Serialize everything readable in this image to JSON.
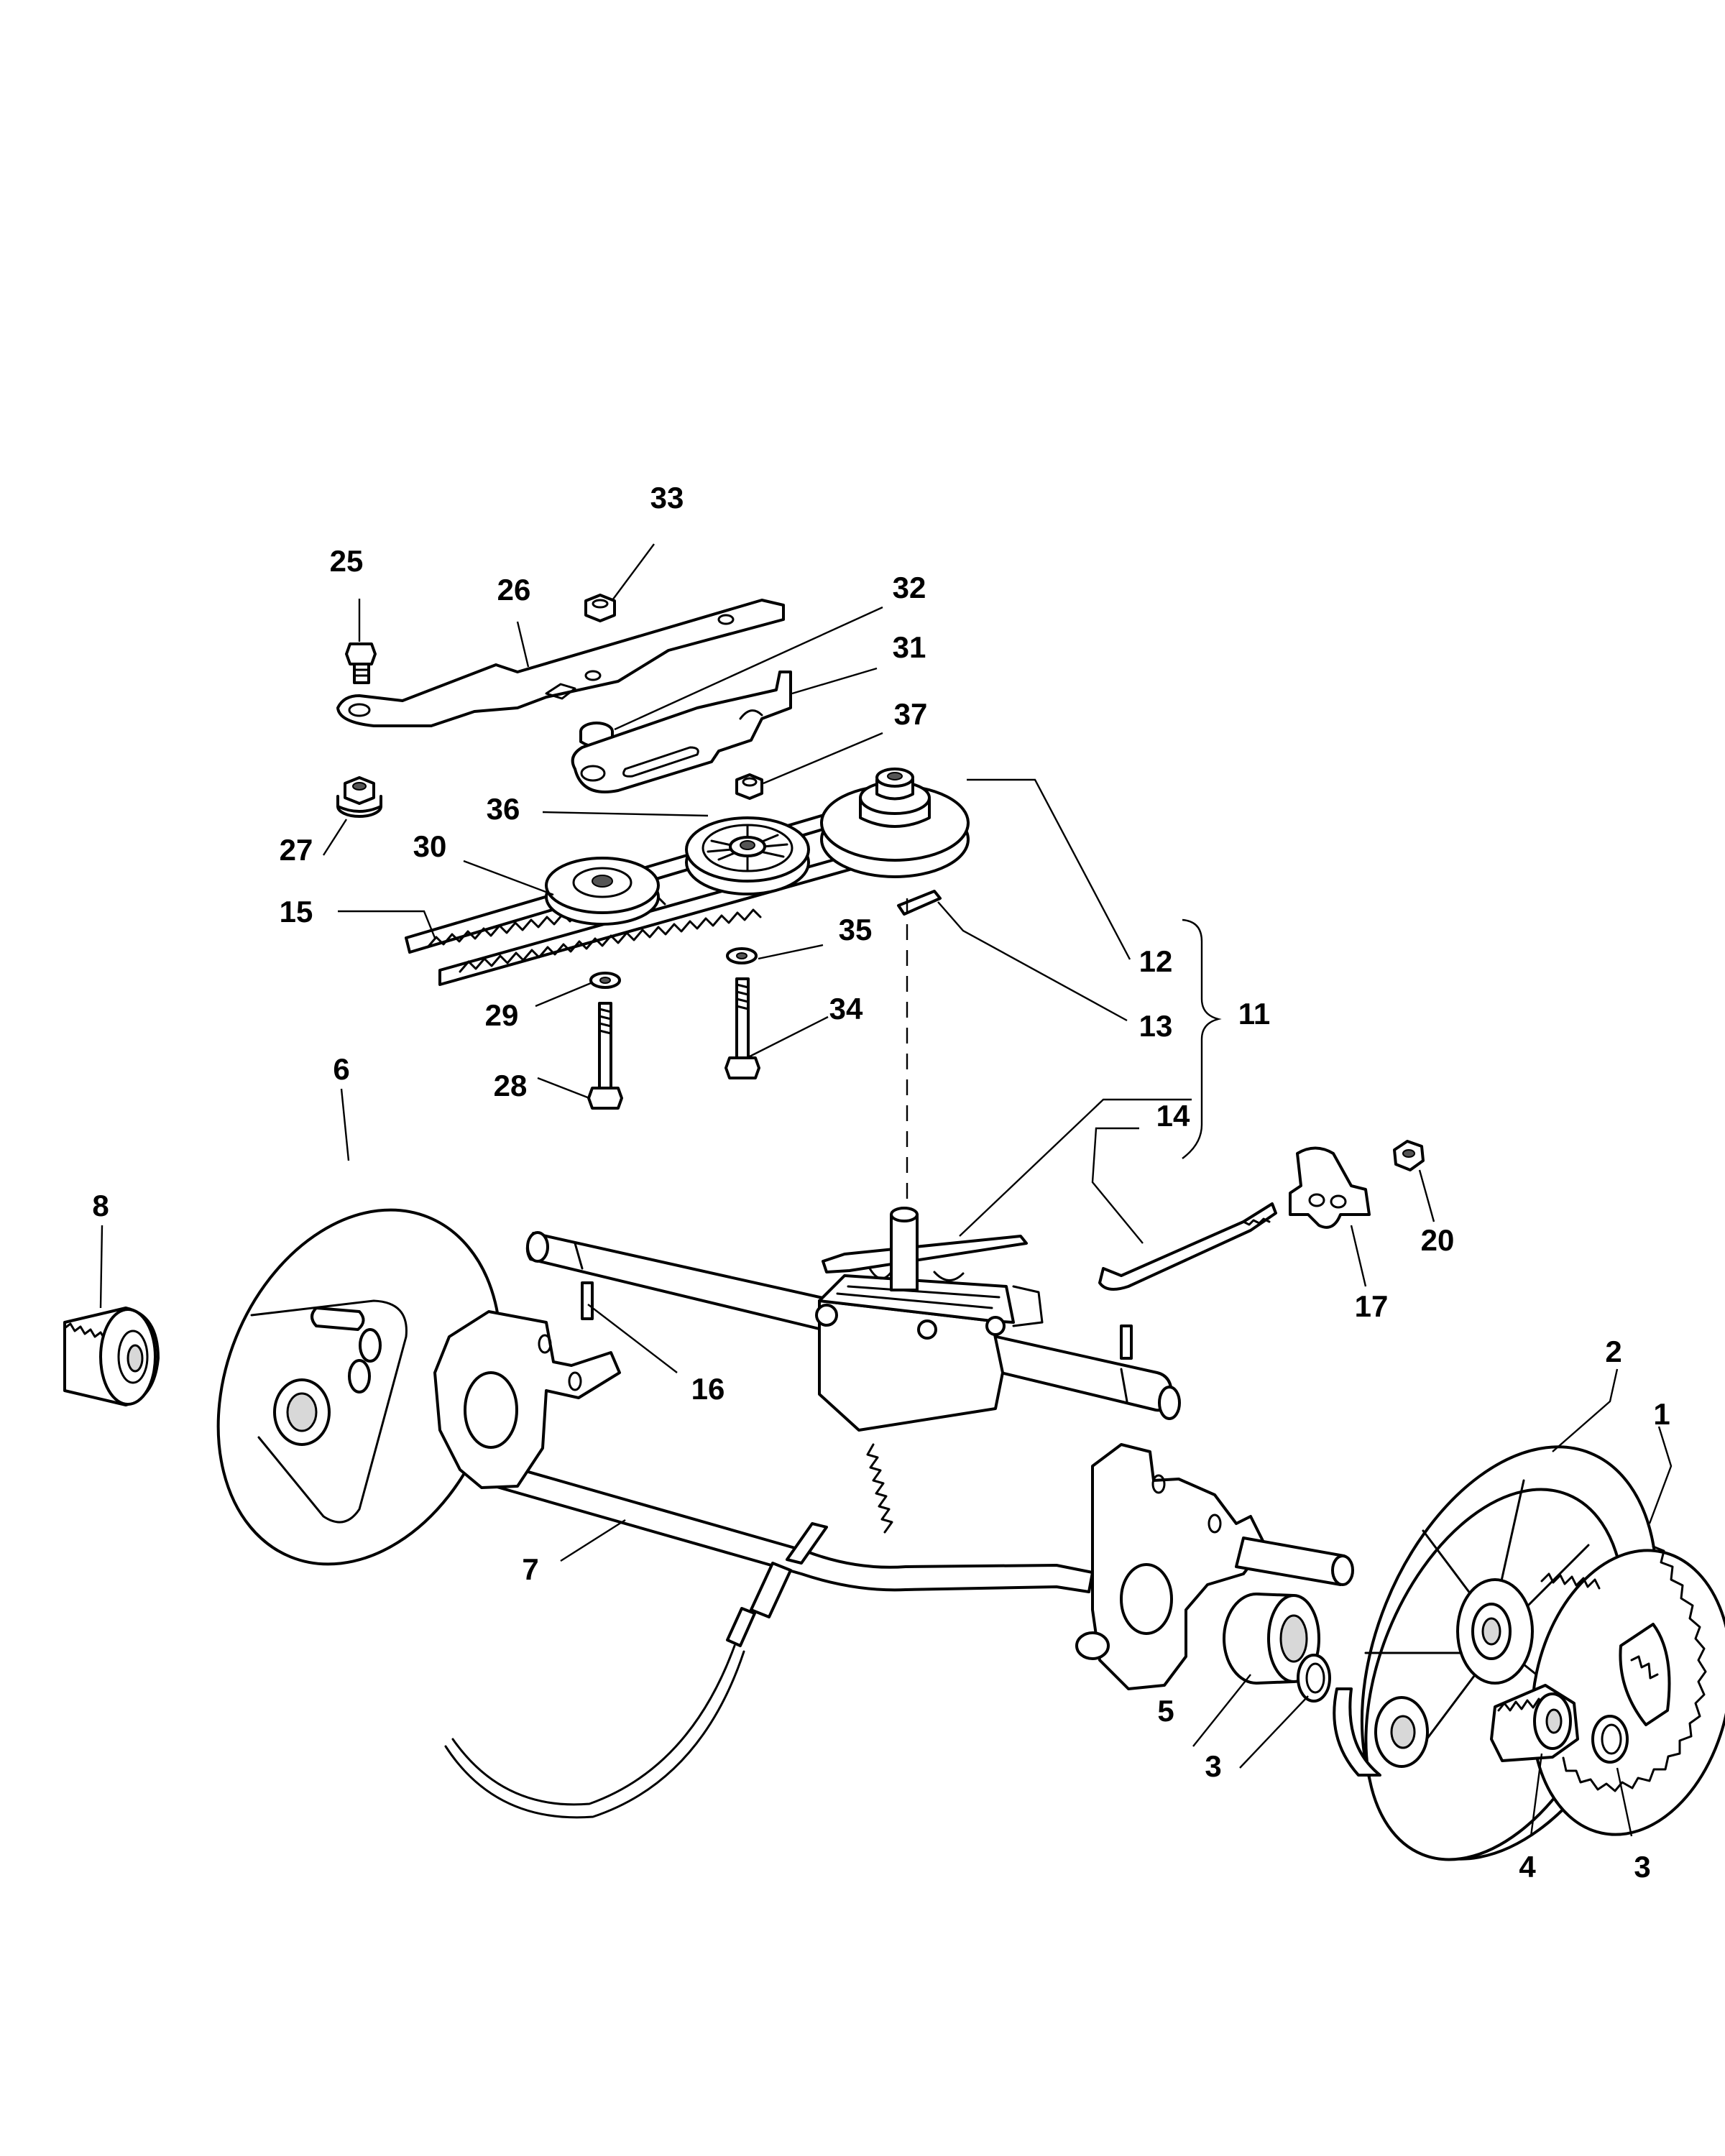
{
  "diagram": {
    "callouts": [
      {
        "id": "1",
        "label": "1"
      },
      {
        "id": "2",
        "label": "2"
      },
      {
        "id": "3a",
        "label": "3"
      },
      {
        "id": "3b",
        "label": "3"
      },
      {
        "id": "4",
        "label": "4"
      },
      {
        "id": "5",
        "label": "5"
      },
      {
        "id": "6",
        "label": "6"
      },
      {
        "id": "7",
        "label": "7"
      },
      {
        "id": "8",
        "label": "8"
      },
      {
        "id": "11",
        "label": "11"
      },
      {
        "id": "12",
        "label": "12"
      },
      {
        "id": "13",
        "label": "13"
      },
      {
        "id": "14",
        "label": "14"
      },
      {
        "id": "15",
        "label": "15"
      },
      {
        "id": "16",
        "label": "16"
      },
      {
        "id": "17",
        "label": "17"
      },
      {
        "id": "20",
        "label": "20"
      },
      {
        "id": "25",
        "label": "25"
      },
      {
        "id": "26",
        "label": "26"
      },
      {
        "id": "27",
        "label": "27"
      },
      {
        "id": "28",
        "label": "28"
      },
      {
        "id": "29",
        "label": "29"
      },
      {
        "id": "30",
        "label": "30"
      },
      {
        "id": "31",
        "label": "31"
      },
      {
        "id": "32",
        "label": "32"
      },
      {
        "id": "33",
        "label": "33"
      },
      {
        "id": "34",
        "label": "34"
      },
      {
        "id": "35",
        "label": "35"
      },
      {
        "id": "36",
        "label": "36"
      },
      {
        "id": "37",
        "label": "37"
      }
    ]
  }
}
